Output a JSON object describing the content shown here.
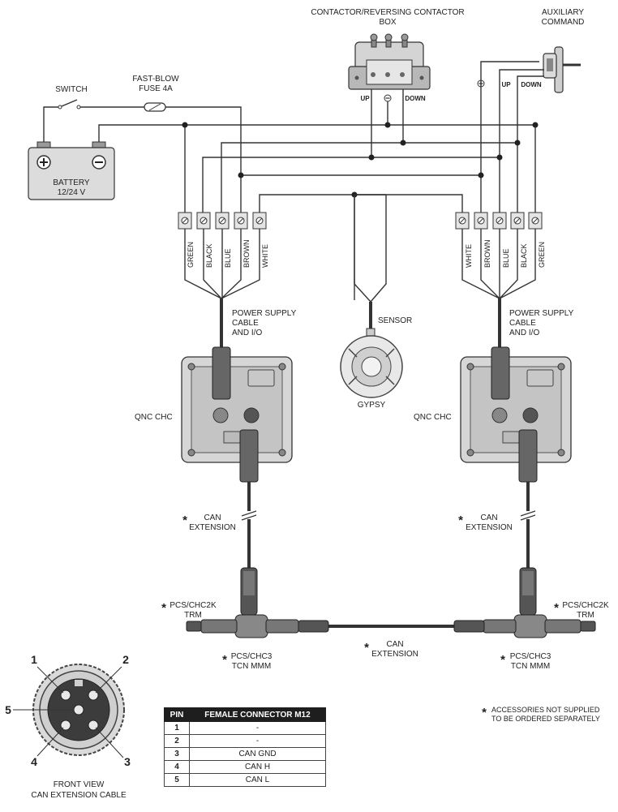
{
  "labels": {
    "contactor_box": [
      "CONTACTOR/REVERSING CONTACTOR",
      "BOX"
    ],
    "aux_command": [
      "AUXILIARY",
      "COMMAND"
    ],
    "switch": "SWITCH",
    "fuse": [
      "FAST-BLOW",
      "FUSE 4A"
    ],
    "battery": [
      "BATTERY",
      "12/24 V"
    ],
    "up": "UP",
    "down": "DOWN",
    "power_cable": [
      "POWER SUPPLY",
      "CABLE",
      "AND I/O"
    ],
    "sensor": "SENSOR",
    "gypsy": "GYPSY",
    "qnc_chc": "QNC CHC",
    "can_extension": [
      "CAN",
      "EXTENSION"
    ],
    "pcs_trm": [
      "PCS/CHC2K",
      "TRM"
    ],
    "pcs_tcn": [
      "PCS/CHC3",
      "TCN MMM"
    ],
    "front_view": [
      "FRONT VIEW",
      "CAN EXTENSION CABLE"
    ],
    "accessories_note": [
      "ACCESSORIES NOT SUPPLIED",
      "TO BE ORDERED SEPARATELY"
    ],
    "star": "*"
  },
  "wires_left": [
    "GREEN",
    "BLACK",
    "BLUE",
    "BROWN",
    "WHITE"
  ],
  "wires_right": [
    "WHITE",
    "BROWN",
    "BLUE",
    "BLACK",
    "GREEN"
  ],
  "connector_pins": [
    "1",
    "2",
    "3",
    "4",
    "5"
  ],
  "pin_table": {
    "headers": [
      "PIN",
      "FEMALE CONNECTOR M12"
    ],
    "rows": [
      {
        "pin": "1",
        "value": "-"
      },
      {
        "pin": "2",
        "value": "-"
      },
      {
        "pin": "3",
        "value": "CAN GND"
      },
      {
        "pin": "4",
        "value": "CAN H"
      },
      {
        "pin": "5",
        "value": "CAN L"
      }
    ]
  }
}
